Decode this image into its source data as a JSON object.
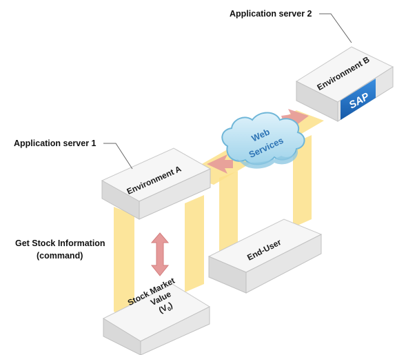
{
  "labels": {
    "app_server_1": "Application server 1",
    "app_server_2": "Application server 2",
    "get_stock_line1": "Get Stock Information",
    "get_stock_line2": "(command)"
  },
  "boxes": {
    "env_a": "Environment A",
    "env_b": "Environment B",
    "end_user": "End-User",
    "stock_line1": "Stock Market",
    "stock_line2": "Value",
    "stock_line3": "(V",
    "stock_sub": "0",
    "stock_close": ")"
  },
  "cloud": {
    "line1": "Web",
    "line2": "Services"
  },
  "logo": {
    "text": "SAP"
  },
  "colors": {
    "pillar": "#fbe08a",
    "box_top": "#f4f4f4",
    "box_side": "#d6d6d6",
    "arrow": "#e59a9a",
    "cloud_fill": "#bfe3f3",
    "cloud_stroke": "#6fb6d8",
    "sap_blue": "#1f6fc1"
  }
}
